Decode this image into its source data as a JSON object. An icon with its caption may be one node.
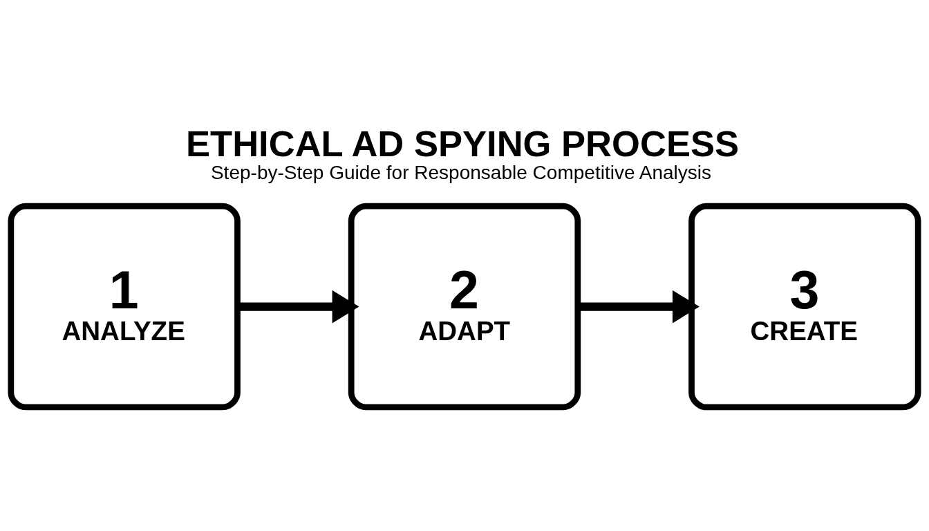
{
  "diagram": {
    "title": "ETHICAL AD SPYING PROCESS",
    "caption": "Step-by-Step Guide for Responsable Competitive Analysis",
    "nodes": [
      {
        "text": [
          "1",
          "ANALYZE"
        ]
      },
      {
        "text": [
          "2",
          "ADAPT"
        ]
      },
      {
        "text": [
          "3",
          "CREATE"
        ]
      }
    ],
    "edges": [
      {
        "from": 0,
        "to": 1,
        "arrow": "to"
      },
      {
        "from": 1,
        "to": 2,
        "arrow": "to"
      }
    ]
  }
}
